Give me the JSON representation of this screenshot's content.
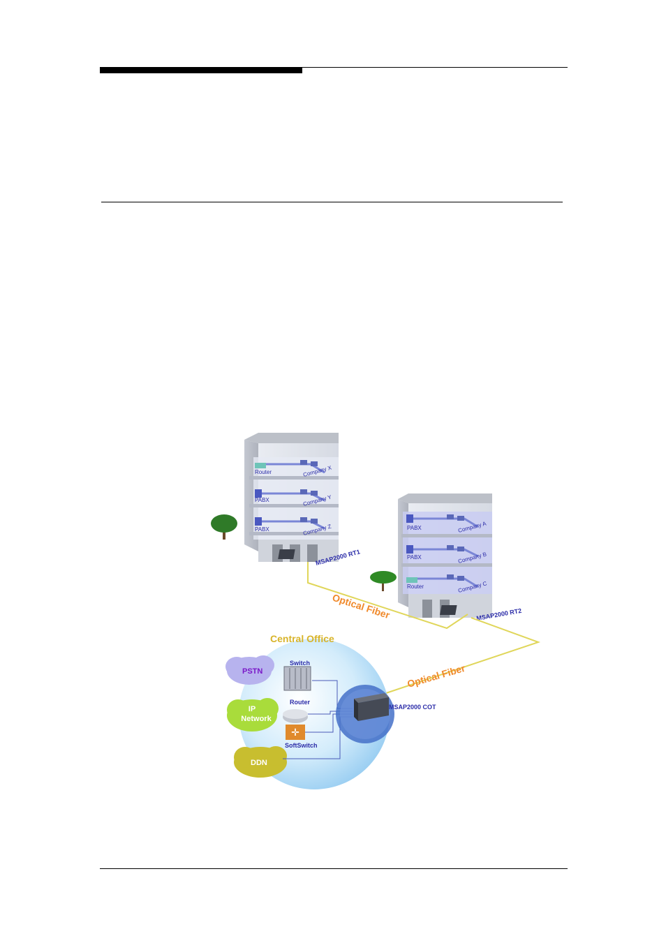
{
  "building_rt1": {
    "devices": [
      "Router",
      "PABX",
      "PABX"
    ],
    "floors": [
      "Company X",
      "Company Y",
      "Company Z"
    ],
    "unit_label": "MSAP2000 RT1"
  },
  "building_rt2": {
    "devices": [
      "PABX",
      "PABX",
      "Router"
    ],
    "floors": [
      "Company A",
      "Company B",
      "Company C"
    ],
    "unit_label": "MSAP2000 RT2"
  },
  "links": {
    "fiber_upper": "Optical Fiber",
    "fiber_lower": "Optical Fiber"
  },
  "central_office": {
    "title": "Central Office",
    "clouds": [
      "PSTN",
      "IP",
      "Network",
      "DDN"
    ],
    "equipment": [
      "Switch",
      "Router",
      "SoftSwitch"
    ],
    "cot_label": "MSAP2000 COT"
  },
  "colors": {
    "fiber_line": "#e0d65a",
    "fiber_text": "#f08a2c",
    "office_title": "#d8b42a",
    "label_blue": "#2b2ca8",
    "cloud_blue": "#b7b3ee",
    "cloud_green": "#a9dc3b",
    "cloud_olive": "#c8be2f",
    "office_circle": "#9fd2f3"
  }
}
